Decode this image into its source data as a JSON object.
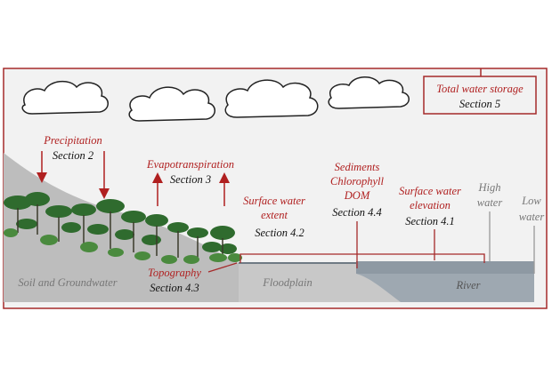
{
  "colors": {
    "frame": "#a52a2a",
    "accent_text": "#b02020",
    "dark_text": "#111111",
    "sky": "#f2f2f2",
    "soil": "#bdbdbd",
    "water": "#8e99a3",
    "water_dark": "#6f7a84",
    "gray_text": "#777777",
    "tree": "#3d7a3a"
  },
  "labels": {
    "total_water_storage": {
      "title": "Total water storage",
      "section": "Section 5"
    },
    "precipitation": {
      "title": "Precipitation",
      "section": "Section 2"
    },
    "evapotranspiration": {
      "title": "Evapotranspiration",
      "section": "Section 3"
    },
    "surface_water_extent": {
      "title_line1": "Surface water",
      "title_line2": "extent",
      "section": "Section 4.2"
    },
    "sediments": {
      "line1": "Sediments",
      "line2": "Chlorophyll",
      "line3": "DOM",
      "section": "Section 4.4"
    },
    "surface_water_elevation": {
      "title_line1": "Surface water",
      "title_line2": "elevation",
      "section": "Section 4.1"
    },
    "topography": {
      "title": "Topography",
      "section": "Section 4.3"
    },
    "high_water": {
      "line1": "High",
      "line2": "water"
    },
    "low_water": {
      "line1": "Low",
      "line2": "water"
    },
    "soil_groundwater": "Soil and Groundwater",
    "floodplain": "Floodplain",
    "river": "River"
  }
}
